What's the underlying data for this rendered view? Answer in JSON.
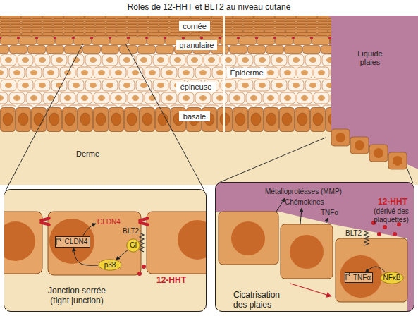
{
  "diagram": {
    "title": "Rôles de 12-HHT et BLT2 au niveau cutané",
    "nodes": [
      {
        "text": [
          "cornée"
        ]
      },
      {
        "text": [
          "granulaire"
        ]
      },
      {
        "text": [
          "Épiderme"
        ]
      },
      {
        "text": [
          "épineuse"
        ]
      },
      {
        "text": [
          "basale"
        ]
      },
      {
        "text": [
          "Jonction serrée (tight junction)"
        ]
      },
      {
        "text": [
          "CLDN4"
        ],
        "in": 5
      },
      {
        "text": [
          "Gi"
        ],
        "in": 5
      },
      {
        "text": [
          "p38"
        ],
        "in": 5
      },
      {
        "text": [
          "Cicatrisation des plaies"
        ]
      },
      {
        "text": [
          "NFκB"
        ],
        "in": 9
      },
      {
        "text": [
          "TNFα"
        ],
        "in": 9
      }
    ],
    "edges": [
      {
        "from": 7,
        "to": 8,
        "arrow": "to"
      },
      {
        "from": 8,
        "to": 6,
        "arrow": "to"
      },
      {
        "from": 10,
        "to": 11,
        "arrow": "to"
      }
    ],
    "labels": [
      "Liquide plaies",
      "Derme",
      "CLDN4",
      "BLT2",
      "12-HHT",
      "Métalloprotéases (MMP)",
      "Chémokines",
      "TNFα",
      "12-HHT",
      "(dérivé des plaquettes)",
      "BLT2"
    ]
  }
}
